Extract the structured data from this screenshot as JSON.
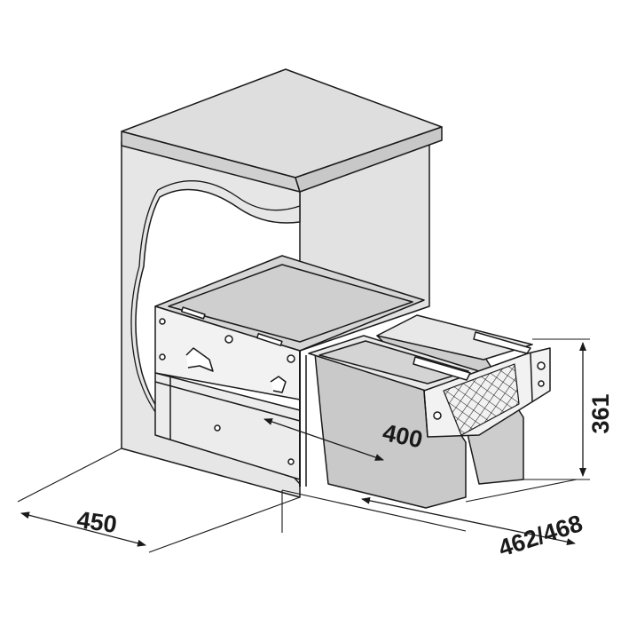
{
  "dimensions": {
    "width_label": "450",
    "inner_depth_label": "400",
    "cabinet_depth_label": "462/468",
    "height_label": "361"
  },
  "colors": {
    "line": "#1a1a1a",
    "cabinet_fill": "#e6e6e6",
    "top_fill": "#d8d8d8",
    "bin_fill": "#c9c9c9",
    "frame_fill": "#f2f2f2"
  }
}
